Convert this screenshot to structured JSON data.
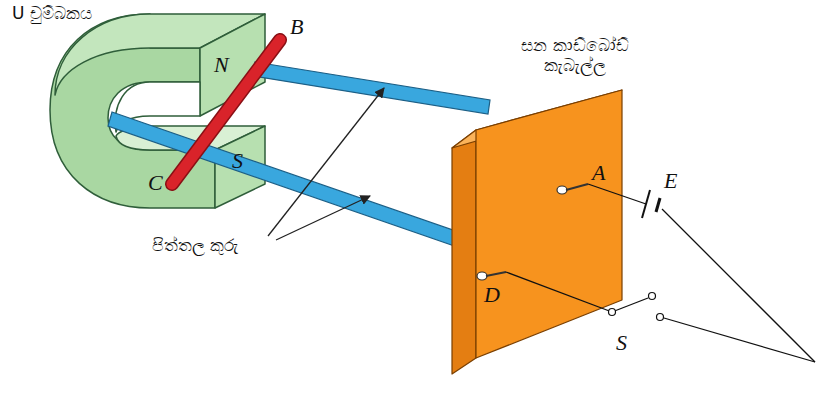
{
  "diagram": {
    "labels": [
      "U චුම්බකය",
      "B",
      "N",
      "S",
      "C",
      "සන කාඩ්බෝඩ් කැබැල්ල",
      "A",
      "E",
      "පිත්තල කුරු",
      "D",
      "S"
    ]
  }
}
